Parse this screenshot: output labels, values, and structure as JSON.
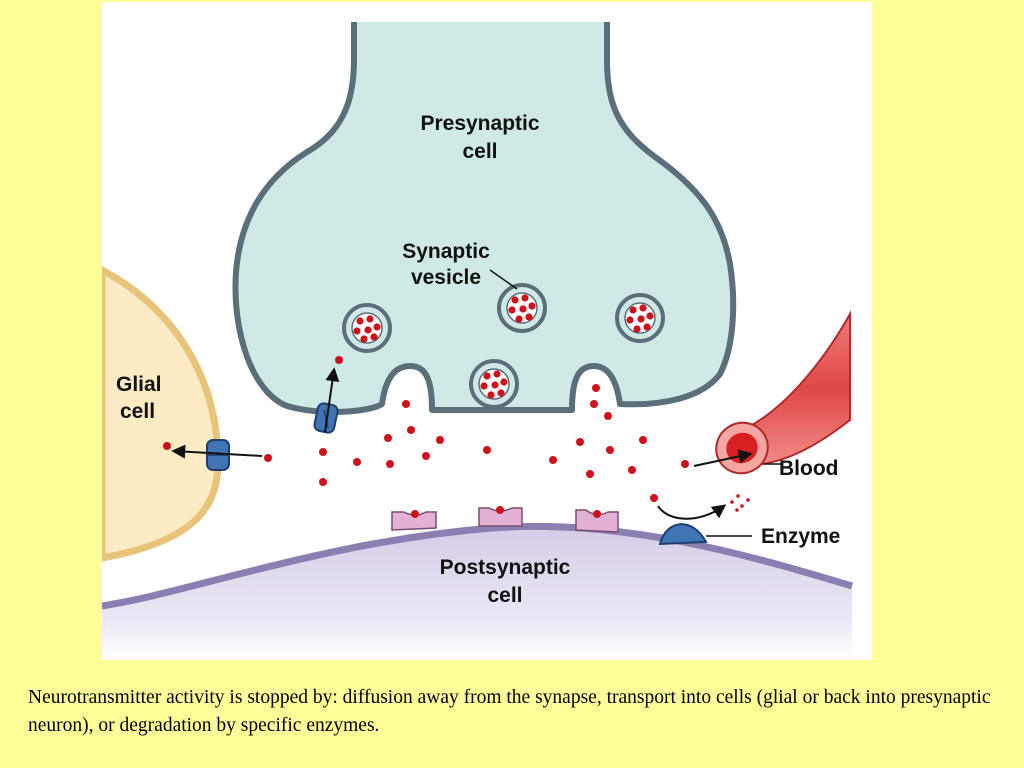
{
  "diagram": {
    "labels": {
      "presynaptic_line1": "Presynaptic",
      "presynaptic_line2": "cell",
      "vesicle_line1": "Synaptic",
      "vesicle_line2": "vesicle",
      "glial_line1": "Glial",
      "glial_line2": "cell",
      "blood": "Blood",
      "enzyme": "Enzyme",
      "postsynaptic_line1": "Postsynaptic",
      "postsynaptic_line2": "cell"
    },
    "colors": {
      "slide_background": "#ffff99",
      "presynaptic_fill": "#cfeae6",
      "membrane_stroke": "#5a6f7a",
      "glial_fill": "#fdebc4",
      "glial_stroke": "#e8c37a",
      "postsynaptic_fill": "#d8d0ea",
      "postsynaptic_stroke": "#8a7fb0",
      "neurotransmitter": "#d0101a",
      "blood_vessel": "#e65a5a",
      "transporter": "#3f74b5",
      "enzyme": "#3f74b5",
      "receptor": "#e2b1d3"
    }
  },
  "caption": {
    "text": "Neurotransmitter activity is stopped by: diffusion away from the synapse, transport into cells (glial or back into presynaptic neuron), or degradation by specific enzymes."
  }
}
